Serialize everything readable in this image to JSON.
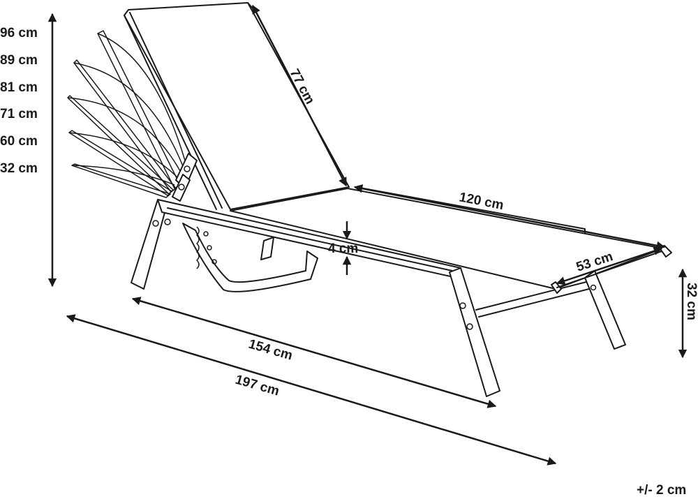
{
  "heights": {
    "h96": "96 cm",
    "h89": "89 cm",
    "h81": "81 cm",
    "h71": "71 cm",
    "h60": "60 cm",
    "h32": "32 cm"
  },
  "dimensions": {
    "backrest": "77 cm",
    "seat_length": "120 cm",
    "seat_width": "53 cm",
    "thickness": "4 cm",
    "leg_height": "32 cm",
    "frame_length": "154 cm",
    "total_length": "197 cm"
  },
  "tolerance": "+/- 2 cm"
}
